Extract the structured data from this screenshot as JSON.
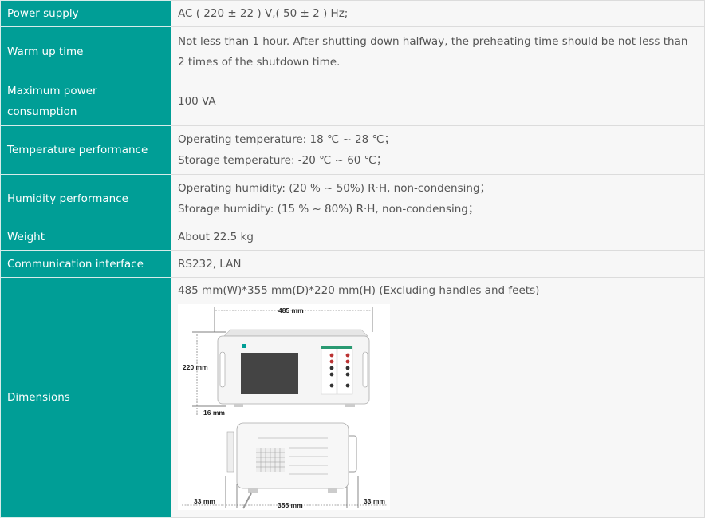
{
  "rows": [
    {
      "label": "Power supply",
      "lines": [
        "AC ( 220 ± 22 ) V,( 50 ± 2 ) Hz;"
      ]
    },
    {
      "label": "Warm up time",
      "lines": [
        "Not less than 1 hour. After shutting down halfway, the preheating time should be not less than 2 times of the shutdown time."
      ]
    },
    {
      "label": "Maximum power consumption",
      "lines": [
        "100 VA"
      ]
    },
    {
      "label": "Temperature performance",
      "lines": [
        "Operating temperature: 18 ℃ ~ 28 ℃；",
        "Storage temperature: -20 ℃ ~ 60 ℃；"
      ]
    },
    {
      "label": "Humidity performance",
      "lines": [
        "Operating humidity: (20 % ~ 50%) R·H, non-condensing；",
        "Storage humidity: (15 % ~ 80%) R·H, non-condensing；"
      ]
    },
    {
      "label": "Weight",
      "lines": [
        "About 22.5 kg"
      ]
    },
    {
      "label": "Communication interface",
      "lines": [
        "RS232, LAN"
      ]
    },
    {
      "label": "Dimensions",
      "lines": [
        "485 mm(W)*355 mm(D)*220 mm(H) (Excluding handles and feets)"
      ]
    }
  ],
  "figure": {
    "width": "485 mm",
    "height": "220 mm",
    "feet": "16 mm",
    "depth": "355 mm",
    "handle_left": "33 mm",
    "handle_right": "33 mm"
  },
  "colors": {
    "label_bg": "#009e96",
    "value_bg": "#f7f7f7"
  }
}
